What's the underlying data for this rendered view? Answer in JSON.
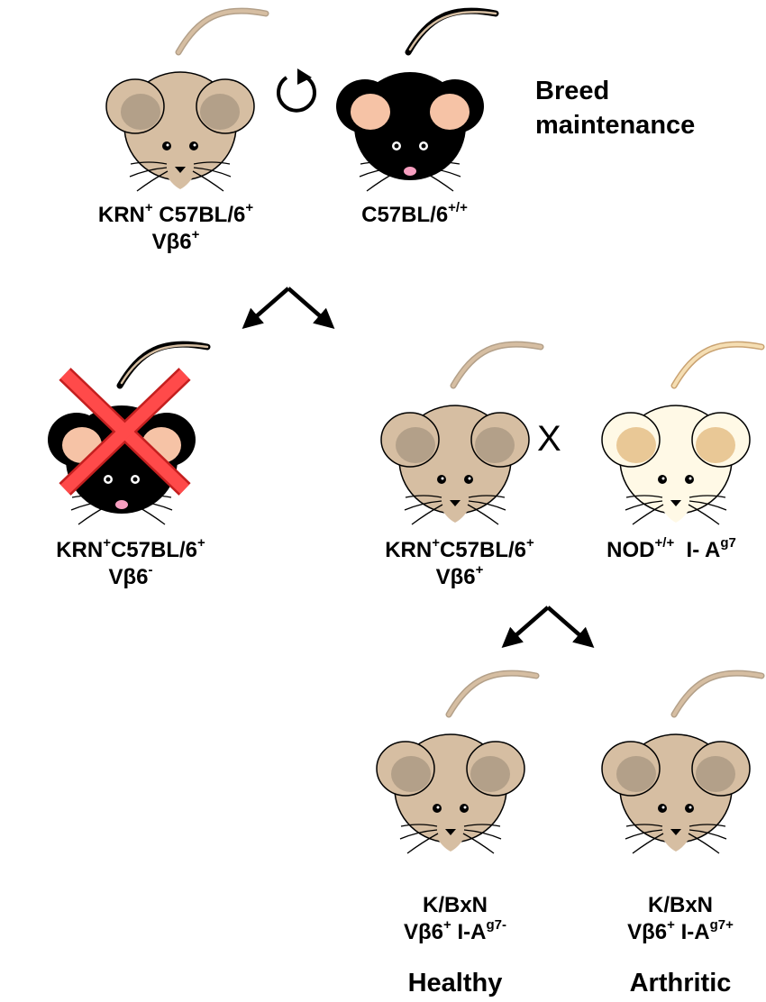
{
  "breed_title": [
    "Breed",
    "maintenance"
  ],
  "cross_symbol": "X",
  "icons": {
    "cycle": "cycle-arrow-icon",
    "split_1": "split-arrows-icon",
    "split_2": "split-arrows-icon",
    "excluded": "red-x-icon"
  },
  "colors": {
    "tan_fur": "#d6bea2",
    "tan_ear": "#b3a089",
    "black_fur": "#000000",
    "pink": "#f6c3a6",
    "cream_fur": "#fff9e6",
    "cream_ear": "#e9c896",
    "red_x": "#ff3333"
  },
  "mice": [
    {
      "key": "krn_b6_top",
      "fur": "tan",
      "line1": {
        "text": "KRN",
        "sup": "+",
        "text2": " C57BL/6",
        "sup2": "+"
      },
      "line2": {
        "text": "Vβ6",
        "sup": "+"
      }
    },
    {
      "key": "b6_wt",
      "fur": "black",
      "line1": {
        "text": "C57BL/6",
        "sup": "+/+"
      }
    },
    {
      "key": "krn_b6_neg",
      "fur": "black",
      "excluded": true,
      "line1": {
        "text": "KRN",
        "sup": "+",
        "text2": "C57BL/6",
        "sup2": "+"
      },
      "line2": {
        "text": "Vβ6",
        "sup": "-"
      }
    },
    {
      "key": "krn_b6_pos",
      "fur": "tan",
      "line1": {
        "text": "KRN",
        "sup": "+",
        "text2": "C57BL/6",
        "sup2": "+"
      },
      "line2": {
        "text": "Vβ6",
        "sup": "+"
      }
    },
    {
      "key": "nod",
      "fur": "cream",
      "line1": {
        "text": "NOD",
        "sup": "+/+",
        "text2": "  I- A",
        "sup2": "g7"
      }
    },
    {
      "key": "kbxn_healthy",
      "fur": "tan",
      "line1": {
        "text": "K/BxN"
      },
      "line2": {
        "text": "Vβ6",
        "sup": "+",
        "text2": " I-A",
        "sup2": "g7-"
      },
      "status": "Healthy"
    },
    {
      "key": "kbxn_arthritic",
      "fur": "tan",
      "line1": {
        "text": "K/BxN"
      },
      "line2": {
        "text": "Vβ6",
        "sup": "+",
        "text2": " I-A",
        "sup2": "g7+"
      },
      "status": "Arthritic"
    }
  ]
}
